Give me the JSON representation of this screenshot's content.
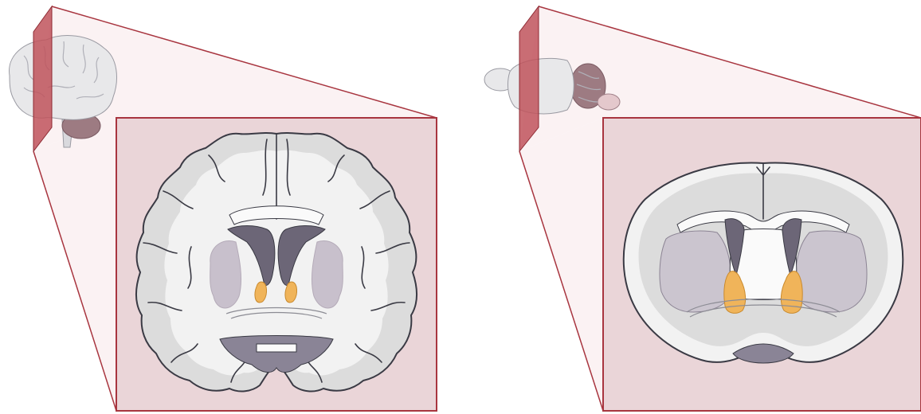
{
  "figure": {
    "left_panel": {
      "subject": "human-brain",
      "section": "coronal",
      "highlight_region": "orange-nuclei-bilateral"
    },
    "right_panel": {
      "subject": "rodent-brain",
      "section": "coronal",
      "highlight_region": "orange-nuclei-bilateral"
    },
    "colors": {
      "plane": "#c0545c",
      "plane_edge": "#8e2a33",
      "frame_fill": "#ead5d8",
      "frame_edge": "#a8353f",
      "projection_fill": "#fbf2f3",
      "projection_edge": "#a8353f",
      "white_matter": "#f2f2f2",
      "cortex": "#dcdcdc",
      "outline": "#3a3a44",
      "ventricle": "#6c6677",
      "deep_gray": "#c8c0cc",
      "highlight": "#f0b45a",
      "cerebellum": "#9d7b82"
    }
  }
}
